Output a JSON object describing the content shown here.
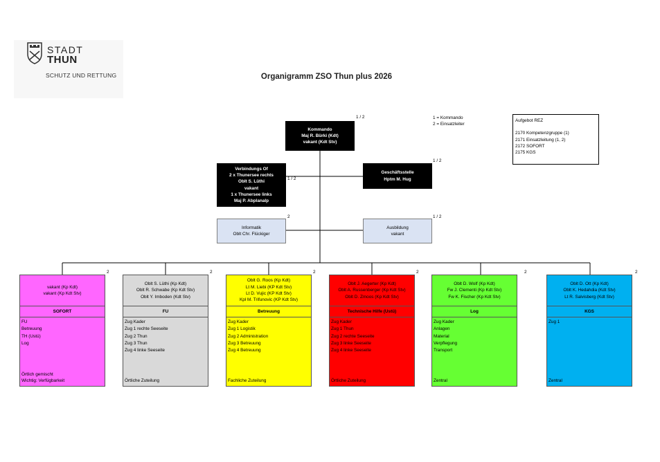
{
  "logo": {
    "line1": "STADT",
    "line2": "THUN",
    "subtitle": "SCHUTZ UND RETTUNG"
  },
  "title": "Organigramm ZSO Thun plus 2026",
  "legend": [
    "1 = Kommando",
    "2 = Einsatzleiter"
  ],
  "rez": {
    "heading": "Aufgebot REZ",
    "lines": [
      "2170 Kompetenzgruppe (1)",
      "2171 Einsatzleitung (1, 2)",
      "2172 SOFORT",
      "2175 KGS"
    ]
  },
  "kommando": {
    "tag": "1 / 2",
    "lines": [
      "Kommando",
      "Maj R. Bürki (Kdt)",
      "vakant (Kdt Stv)"
    ]
  },
  "verbindung": {
    "tag": "1 / 2",
    "lines": [
      "Verbindungs Of",
      "2 x Thunersee rechts",
      "Oblt S. Lüthi",
      "vakant",
      "1 x Thunersee links",
      "Maj P. Abplanalp"
    ]
  },
  "geschaeft": {
    "tag": "1 / 2",
    "lines": [
      "Geschäftsstelle",
      "Hptm M. Hug"
    ]
  },
  "informatik": {
    "tag": "2",
    "lines": [
      "Informatik",
      "Oblt Chr. Flückiger"
    ]
  },
  "ausbildung": {
    "tag": "1 / 2",
    "lines": [
      "Ausbildung",
      "vakant"
    ]
  },
  "units": [
    {
      "color": "#ff66ff",
      "tag": "2",
      "head": [
        "vakant (Kp Kdt)",
        "vakant (Kp Kdt Stv)"
      ],
      "name": "SOFORT",
      "items": [
        "FU",
        "Betreuung",
        "TH (Ustü)",
        "Log"
      ],
      "footer": [
        "Örtlich gemischt",
        "Wichtig: Verfügbarkeit"
      ]
    },
    {
      "color": "#d9d9d9",
      "tag": "2",
      "head": [
        "Oblt S. Lüthi (Kp Kdt)",
        "Oblt R. Schwabe (Kp Kdt Stv)",
        "Oblt Y. Imboden (Kdt Stv)"
      ],
      "name": "FU",
      "items": [
        "Zug Kader",
        "Zug 1 rechte Seeseite",
        "Zug 2 Thun",
        "Zug 3 Thun",
        "Zug 4 linke Seeseite"
      ],
      "footer": [
        "Örtliche Zuteilung"
      ]
    },
    {
      "color": "#ffff00",
      "tag": "2",
      "head": [
        "Oblt G. Roos (Kp Kdt)",
        "Lt M. Liebi (KP Kdt Stv)",
        "Lt D. Vujic (KP Kdt Stv)",
        "Kpl M. Trifunovic (KP Kdt Stv)"
      ],
      "name": "Betreuung",
      "items": [
        "Zug Kader",
        "Zug 1 Logistik",
        "Zug 2 Administration",
        "Zug 3 Betreuung",
        "Zug 4 Betreuung"
      ],
      "footer": [
        "Fachliche Zuteilung"
      ]
    },
    {
      "color": "#ff0000",
      "tag": "2",
      "head": [
        "Oblt J. Aegerter (Kp Kdt)",
        "Oblt A. Russenberger (Kp Kdt Stv)",
        "Oblt D. Zmoos (Kp Kdt Stv)"
      ],
      "name": "Technische Hilfe (Ustü)",
      "items": [
        "Zug Kader",
        "Zug 1 Thun",
        "Zug 2 rechte Seeseite",
        "Zug 3 linke Seeseite",
        "Zug 4 linke Seeseite"
      ],
      "footer": [
        "Örtliche Zuteilung"
      ]
    },
    {
      "color": "#66ff33",
      "tag": "2",
      "head": [
        "Oblt D. Wolf (Kp Kdt)",
        "Fw J. Clementi (Kp Kdt Stv)",
        "Fw K. Fischer (Kp Kdt Stv)"
      ],
      "name": "Log",
      "items": [
        "Zug Kader",
        "Anlagen",
        "Material",
        "Verpflegung",
        "Transport"
      ],
      "footer": [
        "Zentral"
      ]
    },
    {
      "color": "#00b0f0",
      "tag": "2",
      "head": [
        "Oblt D. Ott (Kp Kdt)",
        "Oblt K. Hedahdia (Kdt Stv)",
        "Lt R. Salvisberg (Kdt Stv)"
      ],
      "name": "KGS",
      "items": [
        "Zug 1"
      ],
      "footer": [
        "Zentral"
      ]
    }
  ]
}
